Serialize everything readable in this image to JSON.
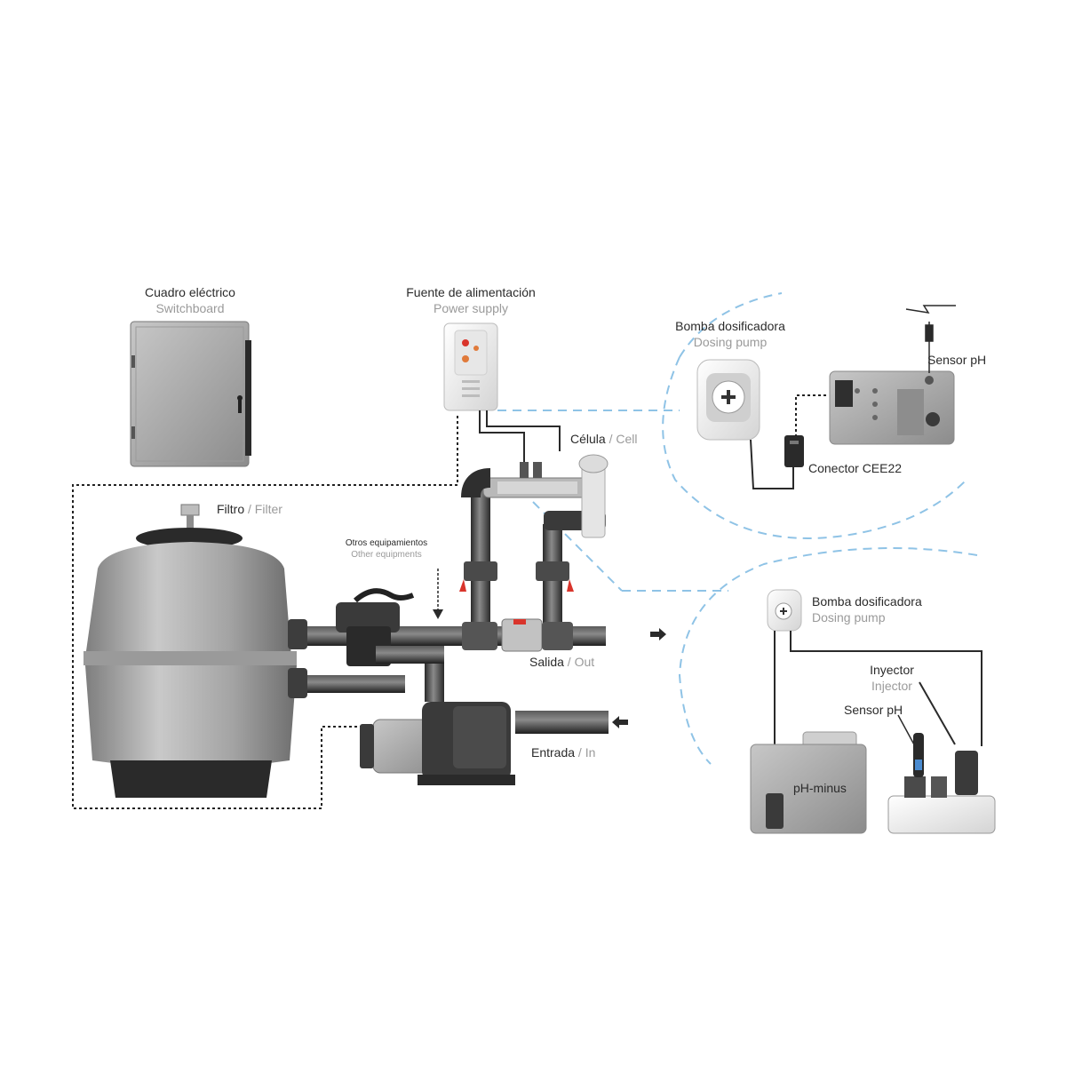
{
  "labels": {
    "switchboard": {
      "es": "Cuadro eléctrico",
      "en": "Switchboard"
    },
    "power_supply": {
      "es": "Fuente de alimentación",
      "en": "Power supply"
    },
    "dosing_pump_top": {
      "es": "Bomba dosificadora",
      "en": "Dosing pump"
    },
    "sensor_ph_top": "Sensor pH",
    "connector": "Conector CEE22",
    "cell": {
      "es": "Célula",
      "sep": " / ",
      "en": "Cell"
    },
    "filter": {
      "es": "Filtro",
      "sep": " / ",
      "en": "Filter"
    },
    "other_equipment": {
      "es": "Otros equipamientos",
      "en": "Other equipments"
    },
    "out": {
      "es": "Salida",
      "sep": " / ",
      "en": "Out"
    },
    "in": {
      "es": "Entrada",
      "sep": " / ",
      "en": "In"
    },
    "dosing_pump_bottom": {
      "es": "Bomba dosificadora",
      "en": "Dosing pump"
    },
    "injector": {
      "es": "Inyector",
      "en": "Injector"
    },
    "sensor_ph_bottom": "Sensor pH",
    "ph_minus": "pH-minus"
  },
  "colors": {
    "text": "#2b2b2b",
    "subtext": "#9a9a9a",
    "pipe": "#3a3a3a",
    "equipment_grey": "#a8a8a8",
    "link_dashed": "#8fc3e6",
    "valve_red": "#d9342b"
  }
}
